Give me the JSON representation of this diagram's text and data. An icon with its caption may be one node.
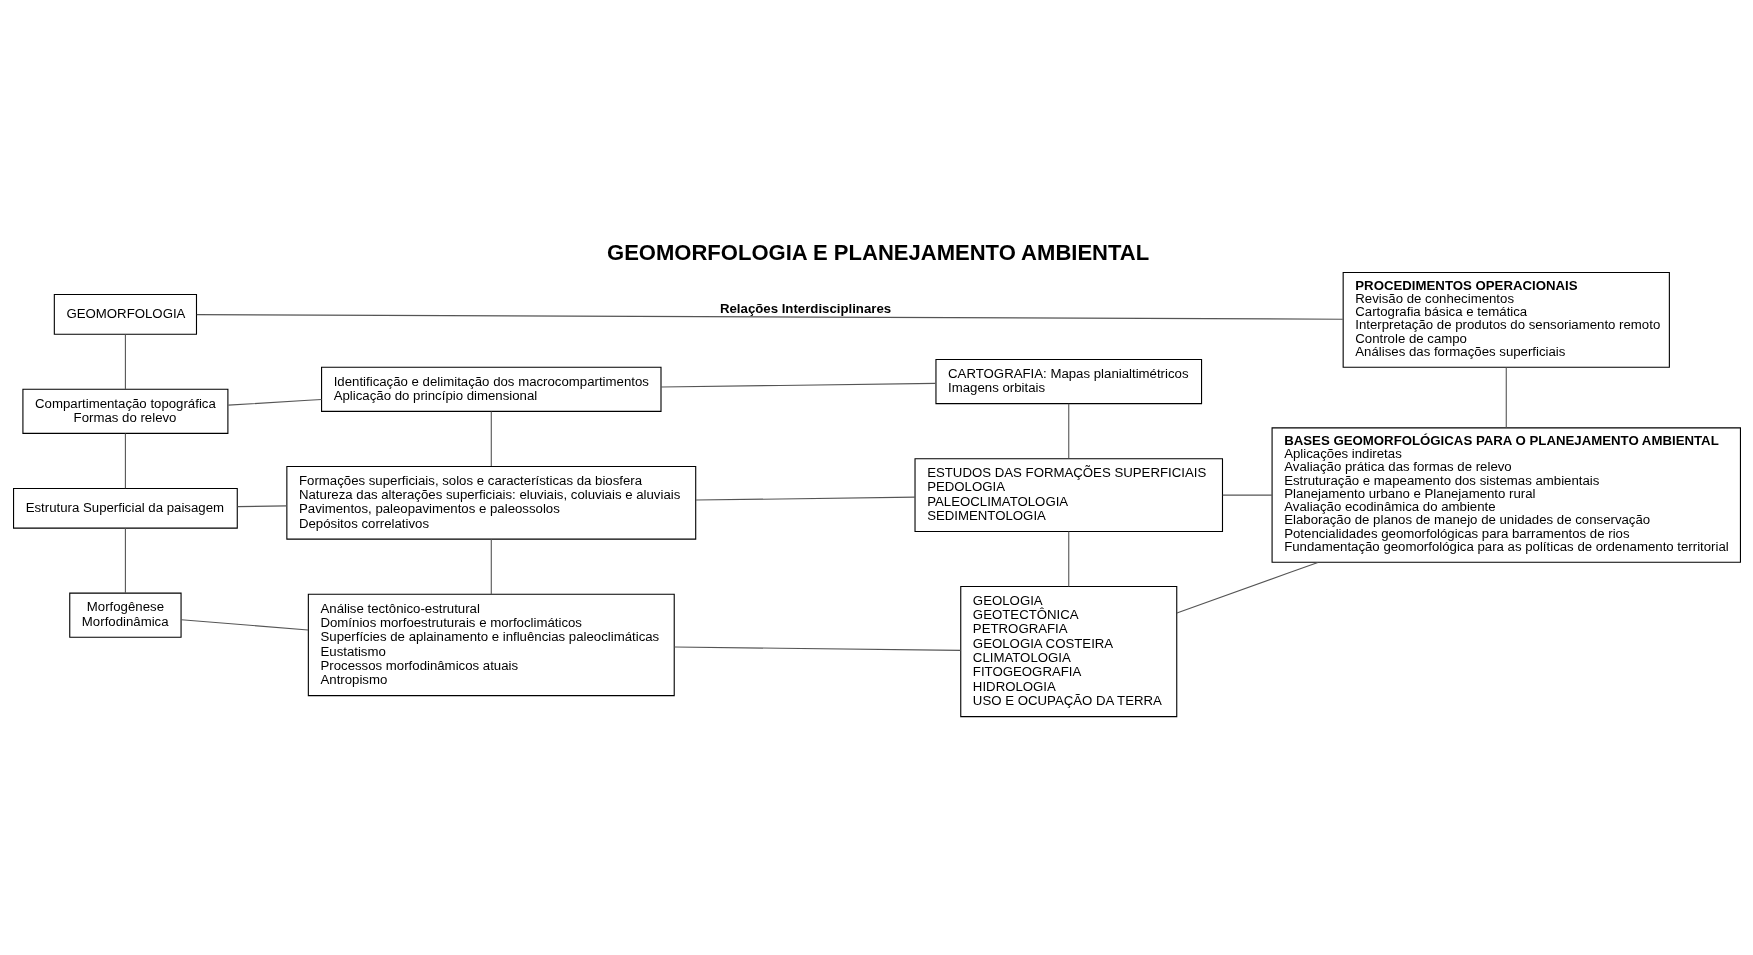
{
  "diagram": {
    "title": "GEOMORFOLOGIA E PLANEJAMENTO AMBIENTAL",
    "nodes": [
      {
        "text": [
          "GEOMORFOLOGIA"
        ]
      },
      {
        "text": [
          "Compartimentação topográfica",
          "Formas do relevo"
        ]
      },
      {
        "text": [
          "Estrutura Superficial da paisagem"
        ]
      },
      {
        "text": [
          "Morfogênese",
          "Morfodinâmica"
        ]
      },
      {
        "text": [
          "Identificação e delimitação dos macrocompartimentos",
          "Aplicação do princípio dimensional"
        ]
      },
      {
        "text": [
          "CARTOGRAFIA: Mapas planialtimétricos",
          "Imagens orbitais"
        ]
      },
      {
        "text": [
          "Formações superficiais, solos e características da biosfera",
          "Natureza das alterações superficiais: eluviais, coluviais e aluviais",
          "Pavimentos, paleopavimentos e paleossolos",
          "Depósitos correlativos"
        ]
      },
      {
        "text": [
          "ESTUDOS DAS FORMAÇÕES SUPERFICIAIS",
          "PEDOLOGIA",
          "PALEOCLIMATOLOGIA",
          "SEDIMENTOLOGIA"
        ]
      },
      {
        "text": [
          "Análise tectônico-estrutural",
          "Domínios morfoestruturais e morfoclimáticos",
          "Superfícies de aplainamento e influências paleoclimáticas",
          "Eustatismo",
          "Processos morfodinâmicos atuais",
          "Antropismo"
        ]
      },
      {
        "text": [
          "GEOLOGIA",
          "GEOTECTÔNICA",
          "PETROGRAFIA",
          "GEOLOGIA COSTEIRA",
          "CLIMATOLOGIA",
          "FITOGEOGRAFIA",
          "HIDROLOGIA",
          "USO E OCUPAÇÃO DA TERRA"
        ]
      },
      {
        "text": [
          "PROCEDIMENTOS OPERACIONAIS",
          "Revisão de conhecimentos",
          "Cartografia básica e temática",
          "Interpretação de produtos do sensoriamento remoto",
          "Controle de campo",
          "Análises das formações superficiais"
        ]
      },
      {
        "text": [
          "BASES GEOMORFOLÓGICAS PARA O PLANEJAMENTO AMBIENTAL",
          "Aplicações indiretas",
          "Avaliação prática das formas de relevo",
          "Estruturação e mapeamento dos sistemas ambientais",
          "Planejamento urbano e Planejamento rural",
          "Avaliação ecodinâmica do ambiente",
          "Elaboração de planos de manejo de unidades de conservação",
          "Potencialidades geomorfológicas para barramentos de rios",
          "Fundamentação geomorfológica para as políticas de ordenamento territorial"
        ]
      }
    ],
    "edges": [
      {
        "from": 0,
        "to": 10,
        "arrow": "none",
        "label": "Relações Interdisciplinares"
      },
      {
        "from": 0,
        "to": 1,
        "arrow": "none"
      },
      {
        "from": 1,
        "to": 2,
        "arrow": "none"
      },
      {
        "from": 2,
        "to": 3,
        "arrow": "none"
      },
      {
        "from": 1,
        "to": 4,
        "arrow": "none"
      },
      {
        "from": 4,
        "to": 5,
        "arrow": "none"
      },
      {
        "from": 4,
        "to": 6,
        "arrow": "none"
      },
      {
        "from": 5,
        "to": 7,
        "arrow": "none"
      },
      {
        "from": 2,
        "to": 6,
        "arrow": "none"
      },
      {
        "from": 6,
        "to": 7,
        "arrow": "none"
      },
      {
        "from": 7,
        "to": 11,
        "arrow": "none"
      },
      {
        "from": 6,
        "to": 8,
        "arrow": "none"
      },
      {
        "from": 7,
        "to": 9,
        "arrow": "none"
      },
      {
        "from": 3,
        "to": 8,
        "arrow": "none"
      },
      {
        "from": 8,
        "to": 9,
        "arrow": "none"
      },
      {
        "from": 9,
        "to": 11,
        "arrow": "none"
      },
      {
        "from": 10,
        "to": 11,
        "arrow": "none"
      }
    ]
  }
}
